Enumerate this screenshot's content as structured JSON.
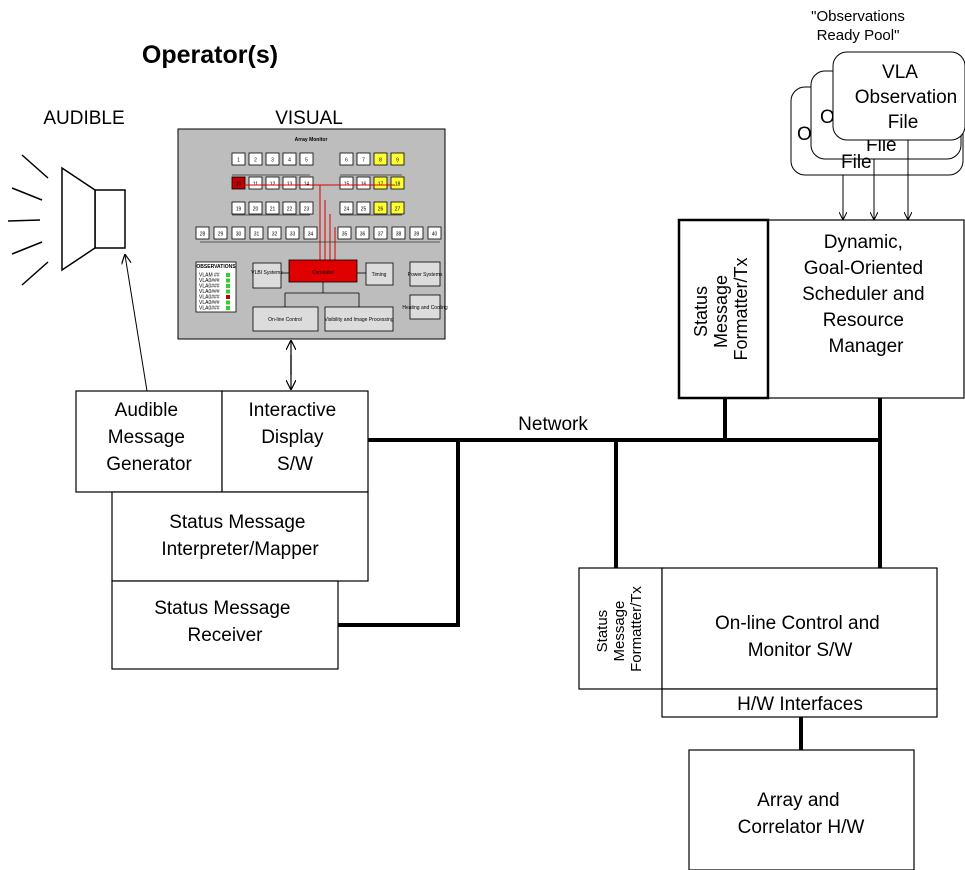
{
  "title": "Operator(s)",
  "audible_label": "AUDIBLE",
  "visual_label": "VISUAL",
  "pool": {
    "caption_line1": "\"Observations",
    "caption_line2": "Ready Pool\"",
    "front_line1": "VLA",
    "front_line2": "Observation",
    "front_line3": "File",
    "middle_fragment1": "O",
    "middle_fragment2": "File",
    "back_fragment1": "O",
    "back_fragment2": "File"
  },
  "monitor": {
    "title": "Array Monitor",
    "antennas_row1": [
      "1",
      "2",
      "3",
      "4",
      "5",
      "6",
      "7",
      "8",
      "9"
    ],
    "antennas_row2": [
      "10",
      "11",
      "12",
      "13",
      "14",
      "15",
      "16",
      "17",
      "18"
    ],
    "antennas_row3": [
      "19",
      "20",
      "21",
      "22",
      "23",
      "24",
      "25",
      "26",
      "27"
    ],
    "antennas_row4": [
      "28",
      "29",
      "30",
      "31",
      "32",
      "33",
      "34",
      "35",
      "36",
      "37",
      "38",
      "39",
      "40"
    ],
    "observations_title": "OBSERVATIONS",
    "observations": [
      "VLAM ##",
      "VLA0###",
      "VLA0###",
      "VLA0###",
      "VLA0###",
      "VLA0###",
      "VLA0###"
    ],
    "vlbi": "VLBI Systems",
    "correlator": "Correlator",
    "timing": "Timing",
    "power": "Power Systems",
    "online": "On-line Control",
    "visibility": "Visibility and Image Processing",
    "heating": "Heating and Cooling"
  },
  "network_label": "Network",
  "audible_generator": [
    "Audible",
    "Message",
    "Generator"
  ],
  "interactive_display": [
    "Interactive",
    "Display",
    "S/W"
  ],
  "interpreter": [
    "Status Message",
    "Interpreter/Mapper"
  ],
  "receiver": [
    "Status Message",
    "Receiver"
  ],
  "scheduler": [
    "Dynamic,",
    "Goal-Oriented",
    "Scheduler and",
    "Resource",
    "Manager"
  ],
  "formatter_upper": [
    "Status",
    "Message",
    "Formatter/Tx"
  ],
  "formatter_lower": [
    "Status",
    "Message",
    "Formatter/Tx"
  ],
  "online_control": [
    "On-line Control and",
    "Monitor S/W"
  ],
  "hw_interfaces": "H/W Interfaces",
  "array_correlator": [
    "Array and",
    "Correlator H/W"
  ],
  "colors": {
    "monitor_bg": "#bdbdbd",
    "correlator": "#e00000",
    "alarm": "#c00000",
    "warning": "#ffff33",
    "ok": "#33cc33",
    "trace": "#e00000"
  }
}
